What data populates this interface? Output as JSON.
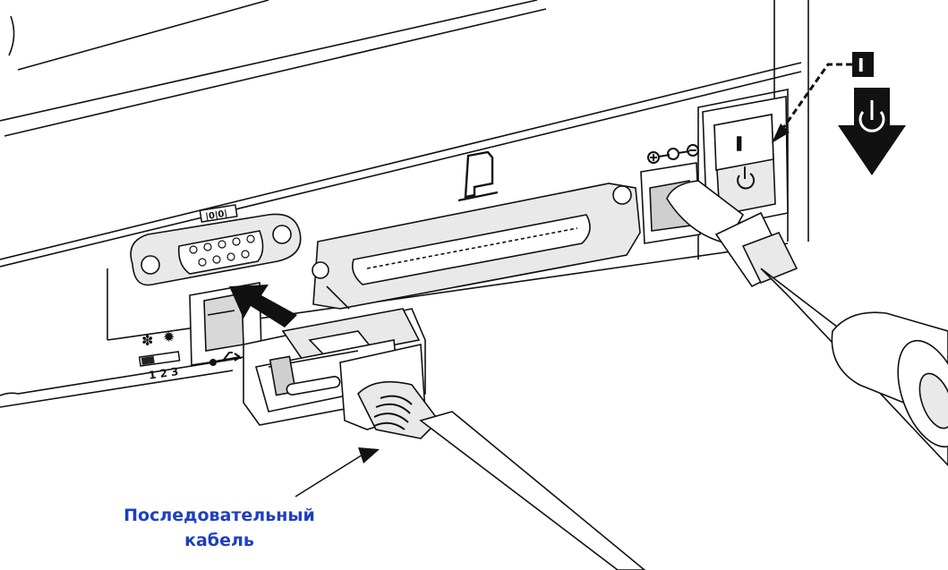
{
  "figure": {
    "callout_line1": "Последовательный",
    "callout_line2": "кабель",
    "switch_on_symbol": "I",
    "dip_numbers": "1 2 3",
    "colors": {
      "line": "#111111",
      "label": "#1f3fbf",
      "fill_light": "#e9e9e9",
      "fill_mid": "#cfcfcf",
      "fill_dark": "#222222"
    }
  }
}
